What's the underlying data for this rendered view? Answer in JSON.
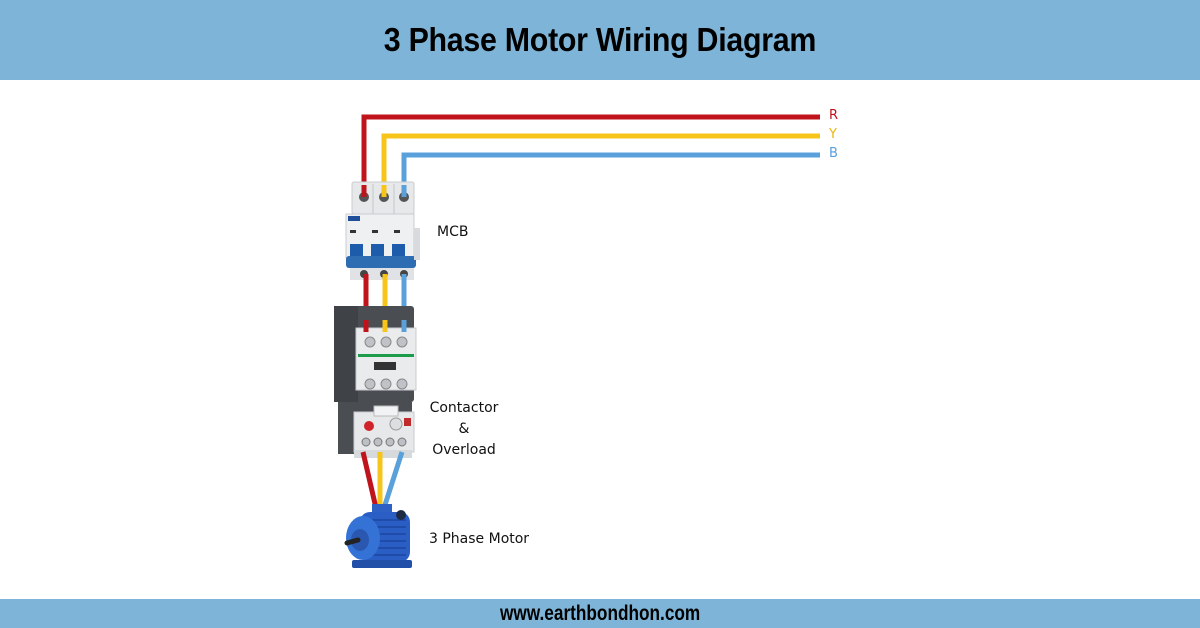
{
  "header": {
    "title": "3 Phase Motor Wiring Diagram"
  },
  "footer": {
    "website": "www.earthbondhon.com"
  },
  "phases": [
    {
      "label": "R",
      "color": "#c0141c"
    },
    {
      "label": "Y",
      "color": "#f7c51a"
    },
    {
      "label": "B",
      "color": "#5aa0db"
    }
  ],
  "components": {
    "mcb": {
      "label": "MCB"
    },
    "contactor": {
      "line1": "Contactor",
      "line2": "&",
      "line3": "Overload"
    },
    "motor": {
      "label": "3 Phase Motor"
    }
  },
  "colors": {
    "banner": "#7db4d8",
    "background": "#ffffff"
  }
}
